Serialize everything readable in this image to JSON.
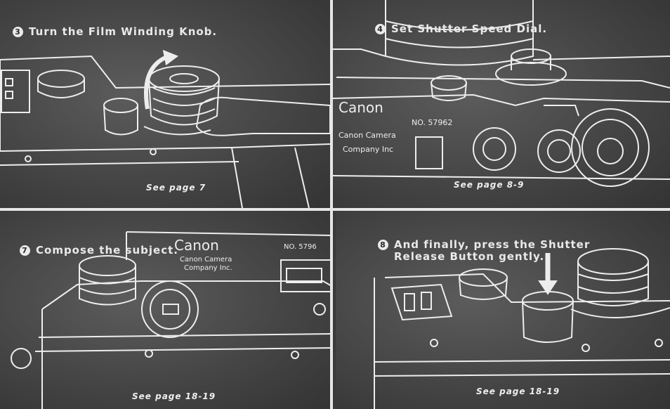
{
  "panels": [
    {
      "number": "3",
      "caption": "Turn the Film Winding Knob.",
      "page_ref": "See page 7"
    },
    {
      "number": "4",
      "caption": "Set Shutter Speed Dial.",
      "page_ref": "See page 8-9",
      "engravings": {
        "brand": "Canon",
        "serial": "NO. 57962",
        "maker_line1": "Canon Camera",
        "maker_line2": "Company Inc"
      }
    },
    {
      "number": "7",
      "caption": "Compose the subject.",
      "page_ref": "See page 18-19",
      "engravings": {
        "brand": "Canon",
        "maker_line1": "Canon Camera",
        "maker_line2": "Company Inc.",
        "serial": "NO. 5796"
      }
    },
    {
      "number": "8",
      "caption_line1": "And finally, press the Shutter",
      "caption_line2": "Release Button gently.",
      "page_ref": "See page 18-19"
    }
  ],
  "colors": {
    "line_art": "#ededed",
    "background": "#454545",
    "divider": "#e6e6e6"
  }
}
